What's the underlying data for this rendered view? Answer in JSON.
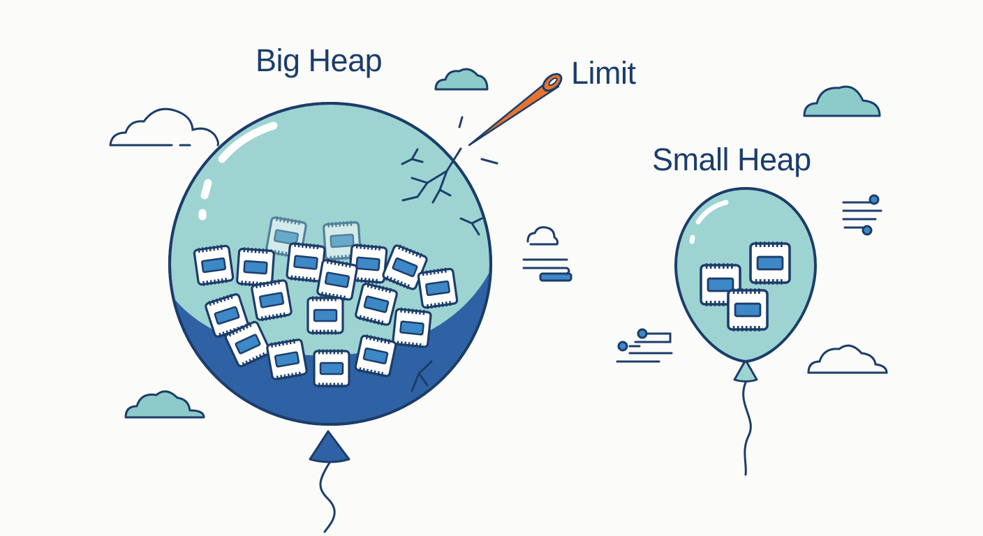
{
  "labels": {
    "big_heap": "Big Heap",
    "limit": "Limit",
    "small_heap": "Small Heap"
  },
  "colors": {
    "background": "#fbfbfa",
    "navy": "#1c3d6a",
    "balloon_fill": "#9dd4d2",
    "balloon_shadow": "#2f62a4",
    "chip_blue": "#3d88c6",
    "cloud_fill": "#8ccbc9",
    "needle": "#e8742c",
    "text": "#1b3d6c"
  },
  "icons": {
    "balloon": "balloon-icon",
    "memory_chip": "memory-chip-icon",
    "cloud": "cloud-icon",
    "needle": "needle-icon",
    "crack": "crack-icon",
    "wind": "wind-lines-icon"
  }
}
